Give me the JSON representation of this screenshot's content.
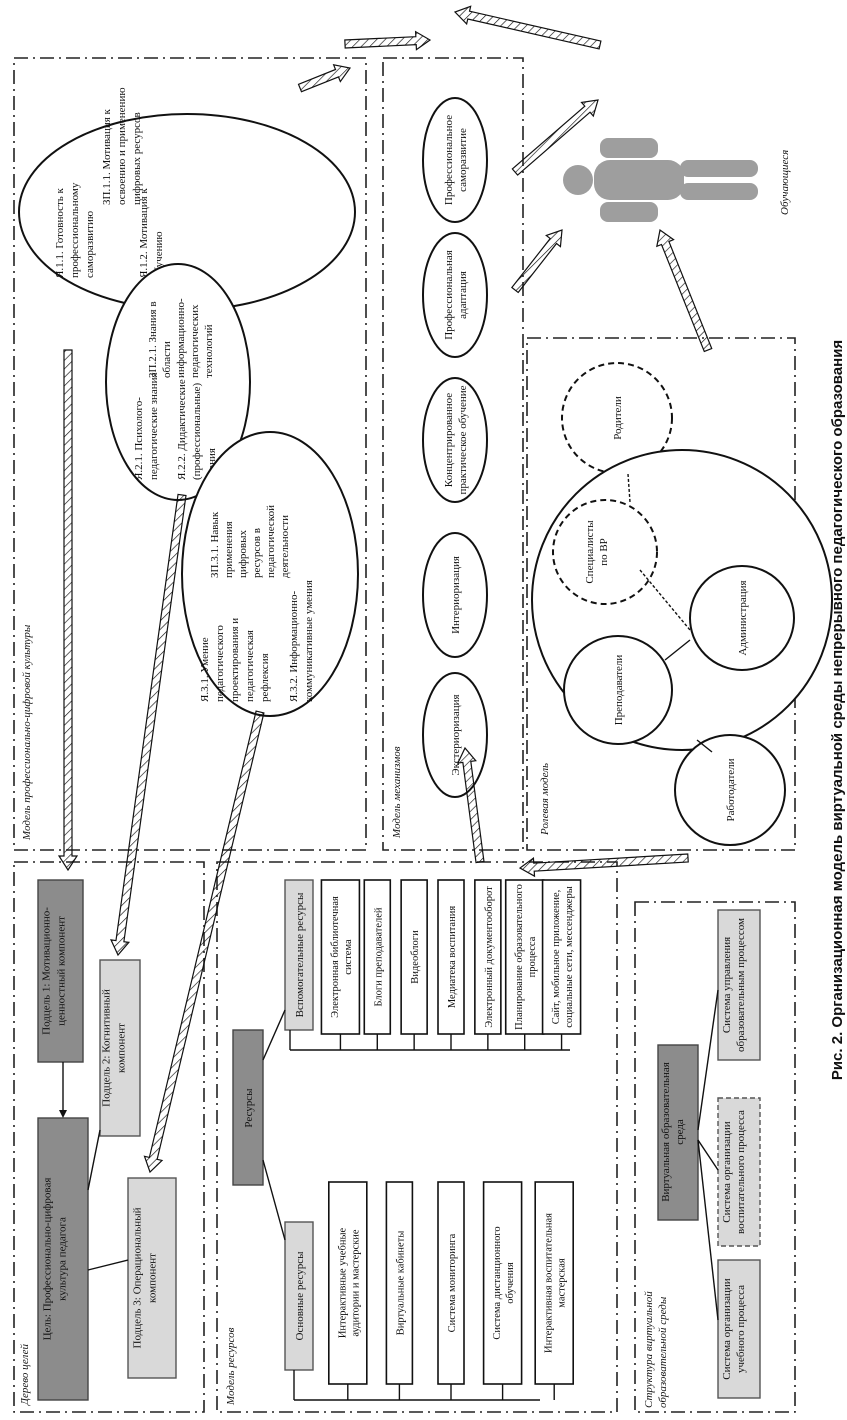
{
  "caption": "Рис. 2. Организационная модель виртуальной среды непрерывного педагогического образования",
  "goal_tree": {
    "title": "Дерево целей",
    "goal": [
      "Цель: Профессионально-цифровая",
      "культура педагога"
    ],
    "subgoal1": [
      "Подцель 1: Мотивационно-",
      "ценностный компонент"
    ],
    "subgoal2": [
      "Подцель 2: Когнитивный",
      "компонент"
    ],
    "subgoal3": [
      "Подцель 3: Операциональный",
      "компонент"
    ]
  },
  "culture_model": {
    "title": "Модель профессионально-цифровой культуры",
    "e1": {
      "a": [
        "Я.1.1. Готовность к",
        "профессиональному",
        "саморазвитию"
      ],
      "b": [
        "Я.1.2. Мотивация к",
        "обучению"
      ],
      "c": [
        "ЗП.1.1. Мотивация к",
        "освоению и применению",
        "цифровых ресурсов"
      ]
    },
    "e2": {
      "a": [
        "Я.2.1. Психолого-",
        "педагогические знания"
      ],
      "b": [
        "Я.2.2. Дидактические",
        "(профессиональные)",
        "знания"
      ],
      "c": [
        "ЗП.2.1. Знания в",
        "области",
        "информационно-",
        "педагогических",
        "технологий"
      ]
    },
    "e3": {
      "a": [
        "Я.3.1. Умение",
        "педагогического",
        "проектирования и",
        "педагогическая",
        "рефлексия"
      ],
      "b": [
        "Я.3.2. Информационно-",
        "коммуникативные умения"
      ],
      "c": [
        "ЗП.3.1. Навык",
        "применения",
        "цифровых",
        "ресурсов в",
        "педагогической",
        "деятельности"
      ]
    }
  },
  "mechanisms": {
    "title": "Модель механизмов",
    "items": [
      [
        "Экстериоризация"
      ],
      [
        "Интериоризация"
      ],
      [
        "Концентрированное",
        "практическое обучение"
      ],
      [
        "Профессиональная",
        "адаптация"
      ],
      [
        "Профессиональное",
        "саморазвитие"
      ]
    ]
  },
  "learner": {
    "label": "Обучающиеся"
  },
  "role_model": {
    "title": "Ролевая модель",
    "parents": "Родители",
    "specialists": [
      "Специалисты",
      "по ВР"
    ],
    "teachers": "Преподаватели",
    "administration": "Администрация",
    "employers": "Работодатели"
  },
  "resources": {
    "title": "Модель ресурсов",
    "root": "Ресурсы",
    "main_label": "Основные ресурсы",
    "aux_label": "Вспомогательные ресурсы",
    "main_items": [
      [
        "Интерактивные учебные",
        "аудитории и мастерские"
      ],
      [
        "Виртуальные кабинеты"
      ],
      [
        "Система мониторинга"
      ],
      [
        "Система дистанционного",
        "обучения"
      ],
      [
        "Интерактивная воспитательная",
        "мастерская"
      ]
    ],
    "aux_items": [
      [
        "Электронная библиотечная",
        "система"
      ],
      [
        "Блоги преподавателей"
      ],
      [
        "Видеоблоги"
      ],
      [
        "Медиатека воспитания"
      ],
      [
        "Электронный документооборот"
      ],
      [
        "Планирование образовательного",
        "процесса"
      ],
      [
        "Сайт, мобильное приложение,",
        "социальные сети, мессенджеры"
      ]
    ]
  },
  "structure": {
    "title": [
      "Структура виртуальной",
      "образовательной среды"
    ],
    "root": [
      "Виртуальная образовательная",
      "среда"
    ],
    "s1": [
      "Система организации",
      "учебного процесса"
    ],
    "s2": [
      "Система организации",
      "воспитательного процесса"
    ],
    "s3": [
      "Система управления",
      "образовательным процессом"
    ]
  }
}
